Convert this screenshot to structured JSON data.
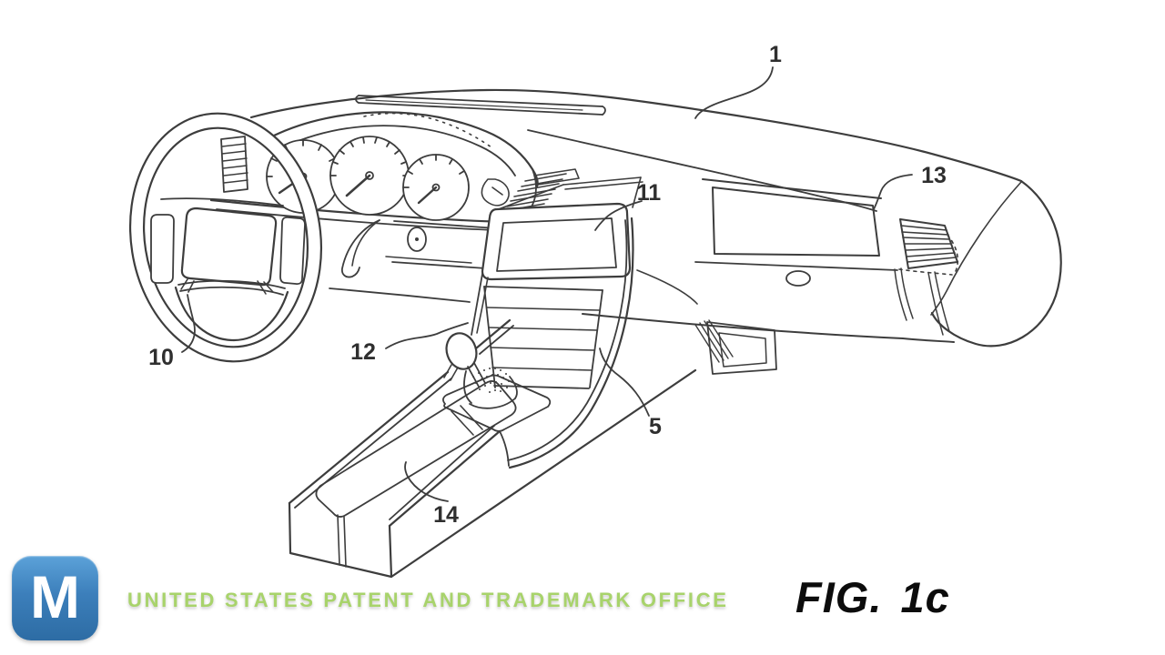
{
  "figure": {
    "caption": "FIG. 1c",
    "line_color": "#3d3d3d",
    "reference_labels": [
      {
        "num": "1"
      },
      {
        "num": "13"
      },
      {
        "num": "11"
      },
      {
        "num": "12"
      },
      {
        "num": "10"
      },
      {
        "num": "5"
      },
      {
        "num": "14"
      }
    ]
  },
  "watermark": {
    "logo_letter": "M",
    "logo_gradient_top": "#5ca2d9",
    "logo_gradient_bottom": "#2d6ca4",
    "text": "UNITED STATES PATENT AND TRADEMARK OFFICE",
    "text_color": "#a8d36b"
  }
}
